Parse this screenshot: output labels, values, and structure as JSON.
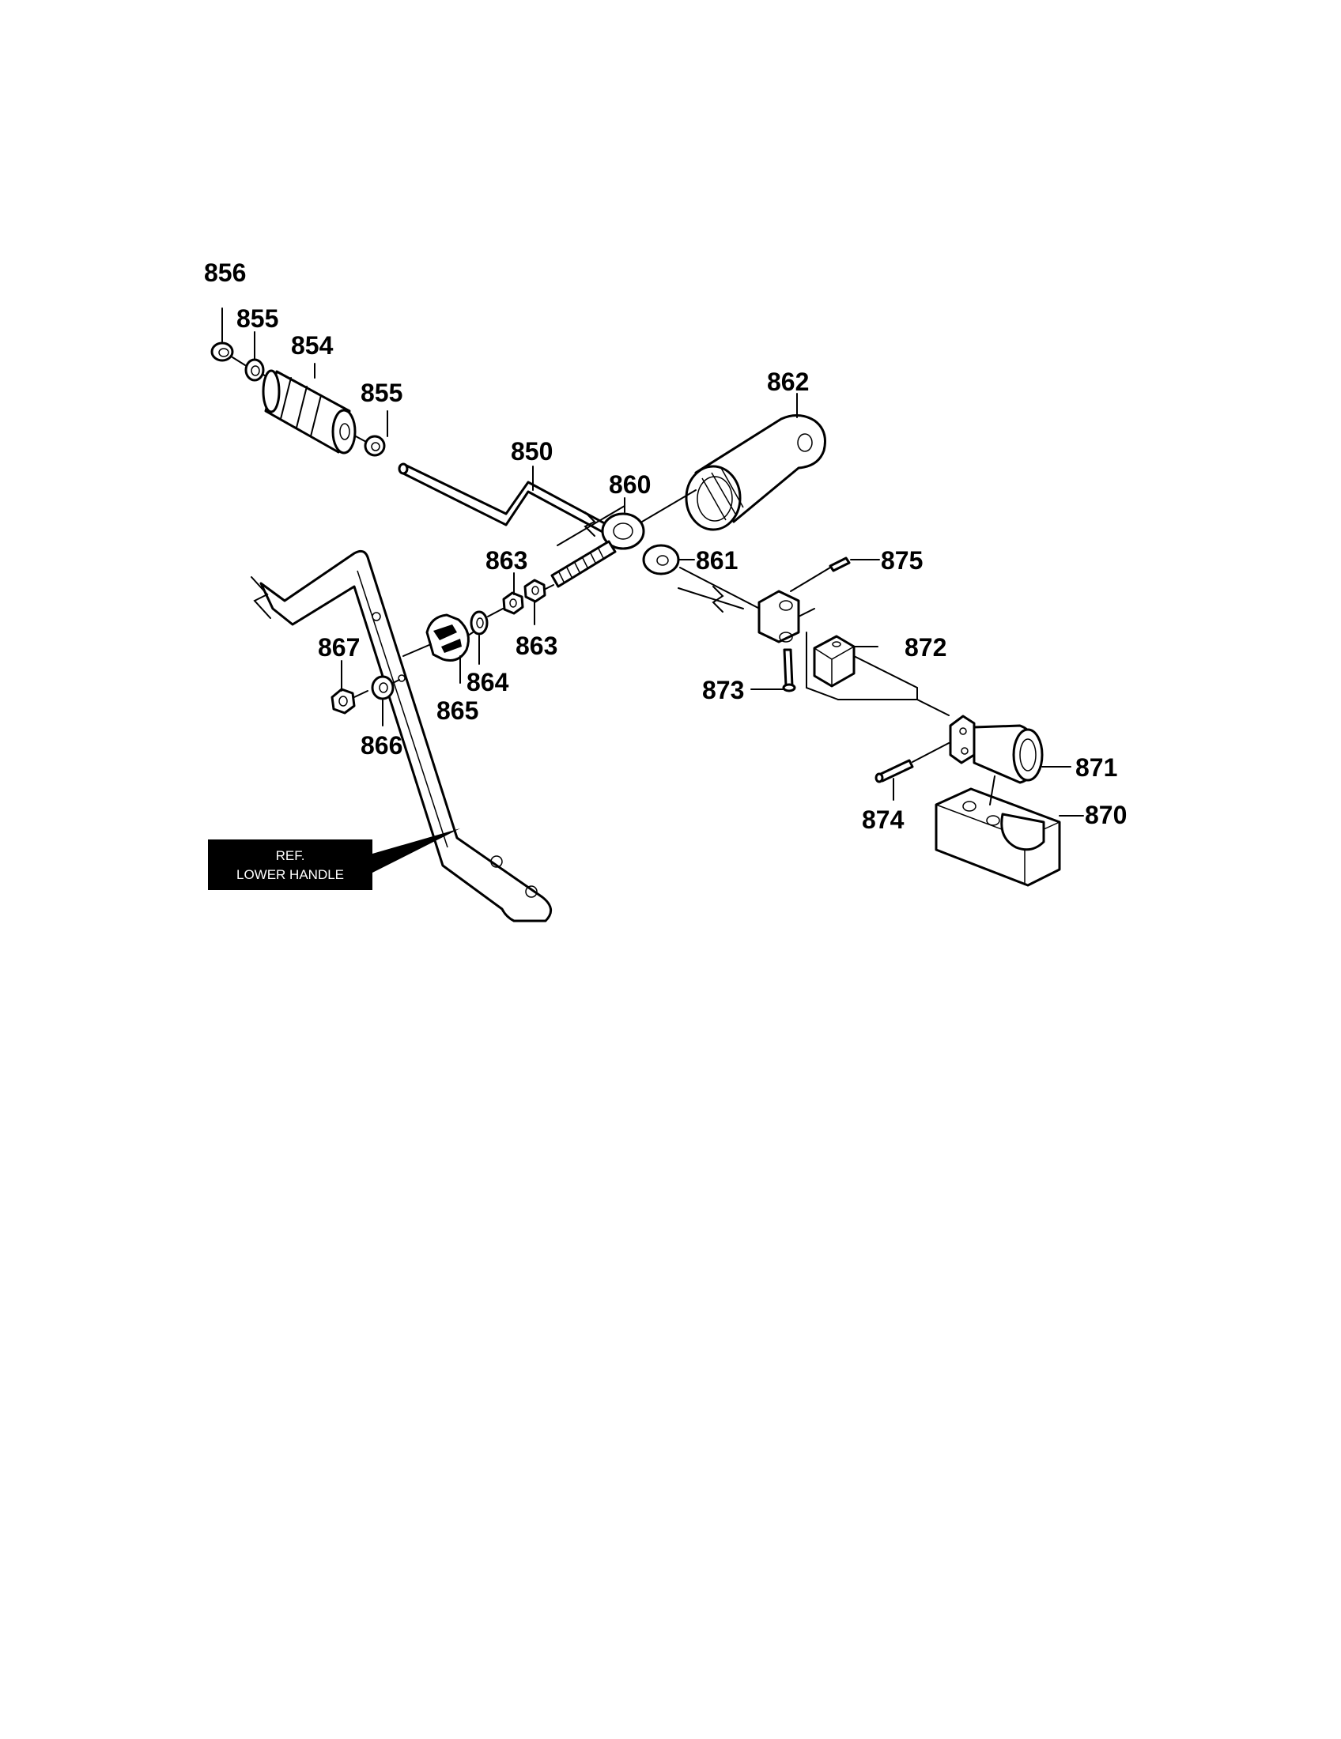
{
  "callouts": {
    "c856": "856",
    "c855a": "855",
    "c854": "854",
    "c855b": "855",
    "c862": "862",
    "c850": "850",
    "c860": "860",
    "c861": "861",
    "c875": "875",
    "c863a": "863",
    "c863b": "863",
    "c872": "872",
    "c867": "867",
    "c864": "864",
    "c865": "865",
    "c873": "873",
    "c866": "866",
    "c871": "871",
    "c874": "874",
    "c870": "870"
  },
  "reference_box": {
    "line1": "REF.",
    "line2": "LOWER HANDLE"
  }
}
